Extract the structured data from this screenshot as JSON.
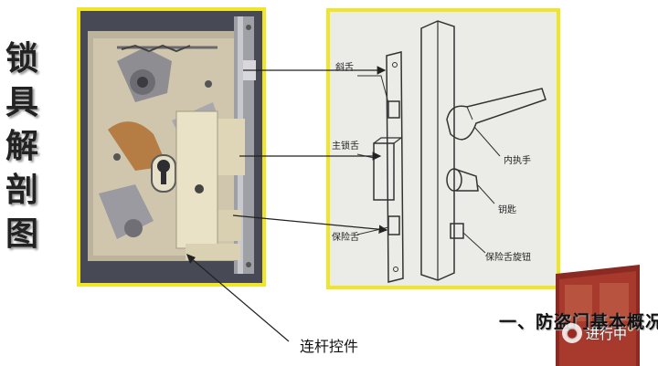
{
  "side_title": [
    "锁",
    "具",
    "解",
    "剖",
    "图"
  ],
  "diagram_labels": {
    "latch": "斜舌",
    "main_bolt": "主锁舌",
    "safety_bolt": "保险舌",
    "inner_handle": "内执手",
    "key_hole": "钥匙",
    "safety_knob": "保险舌旋钮"
  },
  "caption": "连杆控件",
  "banner": "一、防盗门基本概况",
  "watermark": "进行中",
  "colors": {
    "frame_border": "#f1e52a",
    "arrow": "#222222",
    "door_red": "#8b2a22"
  },
  "icons": {
    "watermark": "chat-bubble-icon"
  }
}
